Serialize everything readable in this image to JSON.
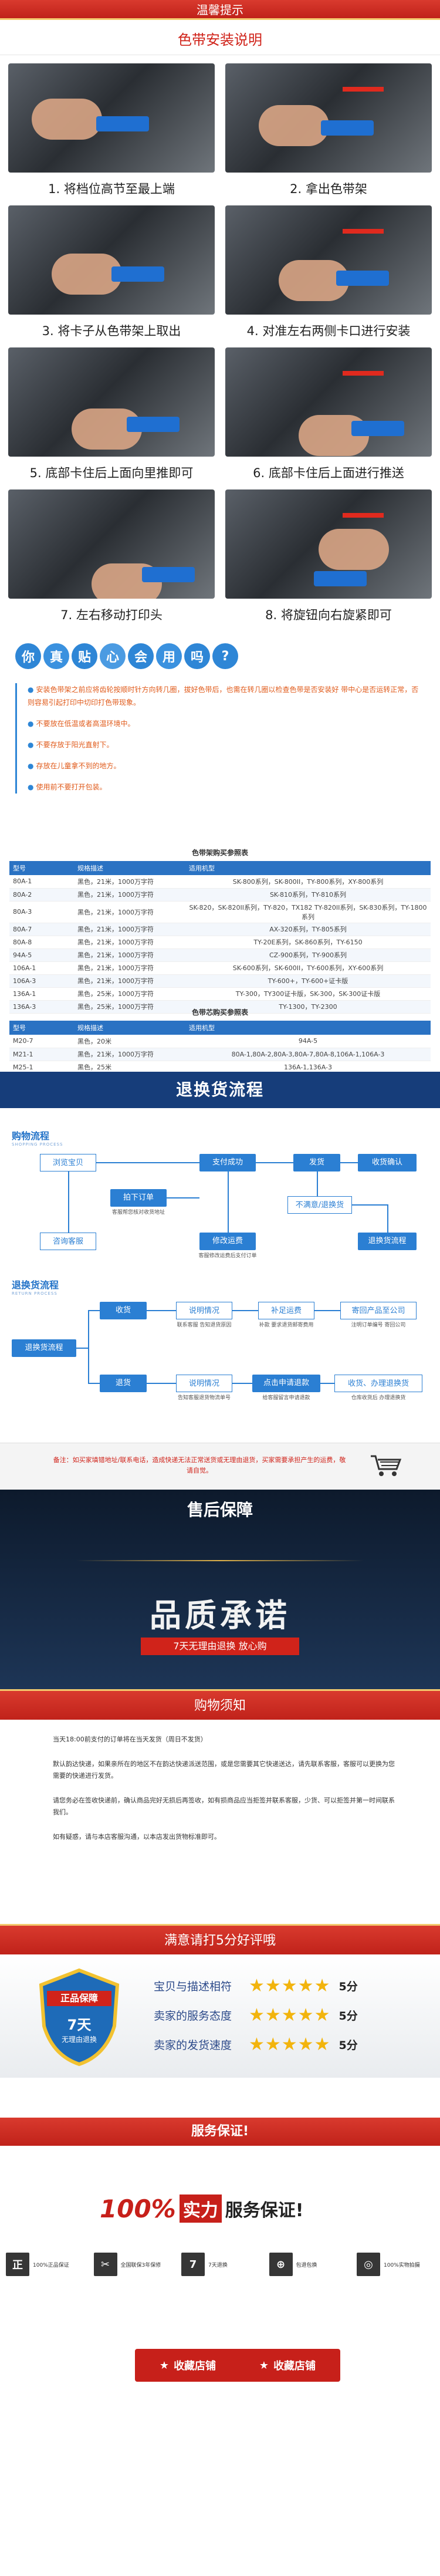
{
  "header": {
    "title": "温馨提示",
    "subtitle": "色带安装说明"
  },
  "steps": [
    {
      "label": "1. 将档位高节至最上端"
    },
    {
      "label": "2. 拿出色带架"
    },
    {
      "label": "3. 将卡子从色带架上取出"
    },
    {
      "label": "4. 对准左右两侧卡口进行安装"
    },
    {
      "label": "5. 底部卡住后上面向里推即可"
    },
    {
      "label": "6. 底部卡住后上面进行推送"
    },
    {
      "label": "7. 左右移动打印头"
    },
    {
      "label": "8. 将旋钮向右旋紧即可"
    }
  ],
  "tips": {
    "title": [
      "你",
      "真",
      "贴",
      "心",
      "会",
      "用",
      "吗",
      "?"
    ],
    "items": [
      "安装色带架之前应将齿轮按顺时针方向转几圈，拔好色带后，也需在转几圈以检查色带是否安装好 带中心是否运转正常，否则容易引起打印中切印打色带现象。",
      "不要放在低温或者高温环境中。",
      "不要存放于阳光直射下。",
      "存放在儿童拿不到的地方。",
      "使用前不要打开包装。"
    ]
  },
  "table1": {
    "title": "色带架购买参照表",
    "headers": [
      "型号",
      "规格描述",
      "适用机型"
    ],
    "rows": [
      [
        "80A-1",
        "黑色，21米，1000万字符",
        "SK-800系列，SK-800II，TY-800系列，XY-800系列"
      ],
      [
        "80A-2",
        "黑色，21米，1000万字符",
        "SK-810系列，TY-810系列"
      ],
      [
        "80A-3",
        "黑色，21米，1000万字符",
        "SK-820，SK-820II系列，TY-820，TX182 TY-820II系列，SK-830系列，TY-1800系列"
      ],
      [
        "80A-7",
        "黑色，21米，1000万字符",
        "AX-320系列，TY-805系列"
      ],
      [
        "80A-8",
        "黑色，21米，1000万字符",
        "TY-20E系列，SK-860系列，TY-6150"
      ],
      [
        "94A-5",
        "黑色，21米，1000万字符",
        "CZ-900系列，TY-900系列"
      ],
      [
        "106A-1",
        "黑色，21米，1000万字符",
        "SK-600系列，SK-600II，TY-600系列，XY-600系列"
      ],
      [
        "106A-3",
        "黑色，21米，1000万字符",
        "TY-600+，TY-600+证卡版"
      ],
      [
        "136A-1",
        "黑色，25米，1000万字符",
        "TY-300，TY300证卡版，SK-300，SK-300证卡版"
      ],
      [
        "136A-3",
        "黑色，25米，1000万字符",
        "TY-1300，TY-2300"
      ]
    ]
  },
  "table2": {
    "title": "色带芯购买参照表",
    "headers": [
      "型号",
      "规格描述",
      "适用机型"
    ],
    "rows": [
      [
        "M20-7",
        "黑色，20米",
        "94A-5"
      ],
      [
        "M21-1",
        "黑色，21米，1000万字符",
        "80A-1,80A-2,80A-3,80A-7,80A-8,106A-1,106A-3"
      ],
      [
        "M25-1",
        "黑色，25米",
        "136A-1,136A-3"
      ]
    ]
  },
  "exchange": {
    "banner": "退换货流程",
    "buy_title": "购物流程",
    "buy_sub": "SHOPPING PROCESS",
    "buy": {
      "browse": "浏览宝贝",
      "order": "拍下订单",
      "consult": "咨询客服",
      "pay": "支付成功",
      "ship": "发货",
      "receive": "收货确认",
      "note_order": "客服帮您核对收货地址",
      "modify": "修改运费",
      "note_modify": "客服修改运费后支付订单",
      "refund": "不满意/退换货",
      "returns_proc": "退换货流程"
    },
    "ret_title": "退换货流程",
    "ret_sub": "RETURN PROCESS",
    "ret": {
      "receive": "收货",
      "explain": "说明情况",
      "note_explain": "联系客服 告知退货原因",
      "fee": "补足运费",
      "note_fee": "补款 要求退货邮寄费用",
      "send": "寄回产品至公司",
      "note_send": "注明订单编号 寄回公司",
      "returns": "退换货流程",
      "ship": "退货",
      "notice": "说明情况",
      "note_notice": "告知客服退货物流单号",
      "apply": "点击申请退款",
      "note_apply": "给客服留言申请退款",
      "confirm": "收货、办理退换货",
      "note_confirm": "仓库收货后 办理退换货"
    },
    "warning": "备注：如买家填错地址/联系电话，造成快递无法正常送货或无理由退货，买家需要承担产生的运费，敬请自觉。"
  },
  "guarantee": {
    "banner": "售后保障",
    "headline": "品质承诺",
    "slogan": "7天无理由退换 放心购"
  },
  "notice": {
    "banner": "购物须知",
    "paras": [
      "当天18:00前支付的订单将在当天发货（周日不发货）",
      "默认韵达快递，如果亲所在的地区不在韵达快递派送范围，或是您需要其它快递送达，请先联系客服，客服可以更换为您需要的快递进行发货。",
      "请您务必在签收快递前，确认商品完好无损后再签收，如有损商品应当拒签并联系客服，少货、可以拒签并第一时间联系我们。",
      "如有疑惑，请与本店客服沟通，以本店发出货物标准即可。"
    ]
  },
  "rating": {
    "banner": "满意请打5分好评哦",
    "shield_title": "正品保障",
    "shield_days": "7天",
    "shield_sub": "无理由退换",
    "rows": [
      {
        "label": "宝贝与描述相符",
        "score": "5分",
        "stars": 5
      },
      {
        "label": "卖家的服务态度",
        "score": "5分",
        "stars": 5
      },
      {
        "label": "卖家的发货速度",
        "score": "5分",
        "stars": 5
      }
    ]
  },
  "service": {
    "banner": "服务保证!",
    "percent": "100%",
    "strength": "实力",
    "promise": "服务保证!",
    "items": [
      {
        "glyph": "正",
        "label": "100%正品保证"
      },
      {
        "glyph": "✂",
        "label": "全国联保3年保修"
      },
      {
        "glyph": "7",
        "label": "7天退换"
      },
      {
        "glyph": "⊕",
        "label": "包退包换"
      },
      {
        "glyph": "◎",
        "label": "100%实物拍摄"
      }
    ]
  },
  "footer": {
    "left": "收藏店铺",
    "right": "收藏店铺"
  },
  "colors": {
    "red": "#c7201a",
    "blue": "#2b7fd3",
    "navy": "#163d7a"
  }
}
